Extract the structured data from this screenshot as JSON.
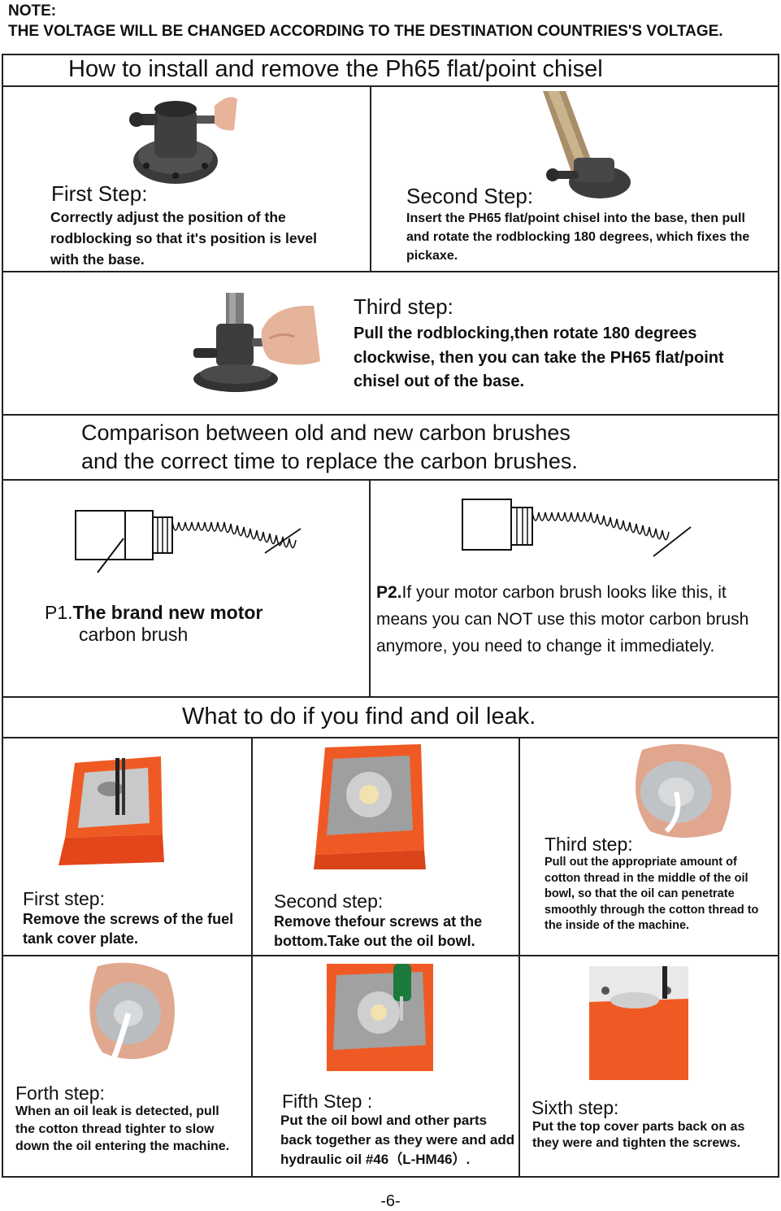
{
  "note": {
    "label": "NOTE:",
    "text": "THE VOLTAGE WILL BE CHANGED ACCORDING TO THE DESTINATION COUNTRIES'S VOLTAGE."
  },
  "chisel": {
    "heading": "How to install and remove the Ph65 flat/point chisel",
    "step1": {
      "title": "First Step:",
      "text": "Correctly adjust the position of the rodblocking so that it's position is level with the base."
    },
    "step2": {
      "title": "Second Step:",
      "text": "Insert the PH65 flat/point chisel into the base, then pull and rotate the rodblocking 180 degrees, which fixes the pickaxe."
    },
    "step3": {
      "title": "Third step:",
      "text": "Pull the rodblocking,then rotate 180 degrees clockwise, then you can take the PH65 flat/point chisel out of the base."
    }
  },
  "brushes": {
    "heading_line1": "Comparison between old and new carbon brushes",
    "heading_line2": "and the correct time to replace the carbon brushes.",
    "p1": {
      "label": "P1.",
      "text1": "The brand new motor",
      "text2": "carbon brush"
    },
    "p2": {
      "label": "P2.",
      "text": "If your motor carbon brush looks like this, it means you can NOT use this motor carbon brush anymore, you need to change it immediately."
    }
  },
  "oil": {
    "heading": "What to do if you find and oil leak.",
    "steps": [
      {
        "title": "First step:",
        "text": "Remove the screws of the fuel tank cover plate."
      },
      {
        "title": "Second step:",
        "text": "Remove thefour screws at the bottom.Take out the oil bowl."
      },
      {
        "title": "Third step:",
        "text": "Pull out the appropriate amount of cotton thread in the middle of the oil bowl, so that the oil can penetrate smoothly through the cotton thread to the inside of the machine."
      },
      {
        "title": "Forth step:",
        "text": "When an oil leak is detected, pull the cotton thread tighter to slow down the oil entering the machine."
      },
      {
        "title": "Fifth Step  :",
        "text": "Put the oil bowl and other parts back together as they were and add hydraulic oil #46（L-HM46）."
      },
      {
        "title": "Sixth step:",
        "text": "Put the top cover parts back on as they were and tighten the screws."
      }
    ]
  },
  "page_number": "-6-"
}
